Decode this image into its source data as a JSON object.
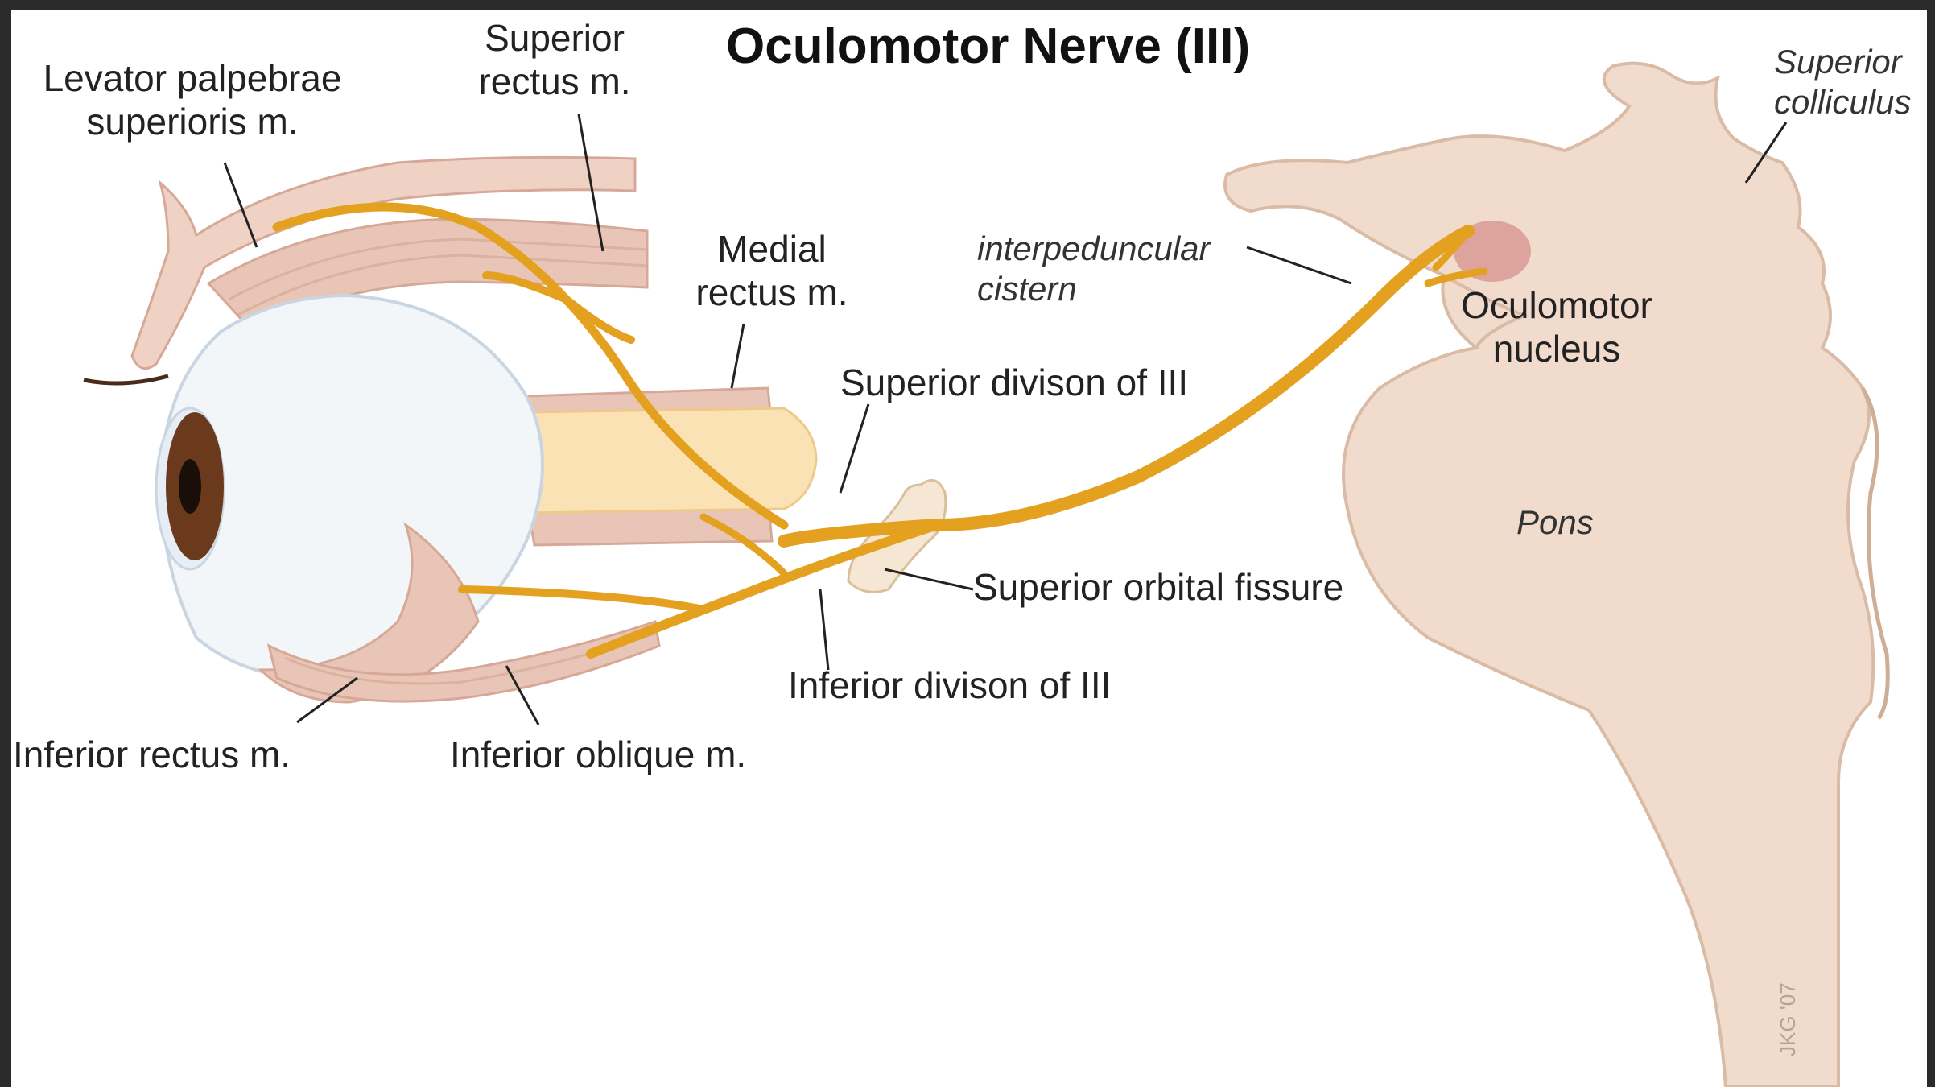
{
  "title": "Oculomotor Nerve (III)",
  "labels": {
    "levator": "Levator palpebrae\nsuperioris m.",
    "superior_rectus": "Superior\nrectus m.",
    "medial_rectus": "Medial\nrectus m.",
    "interpeduncular": "interpeduncular\ncistern",
    "superior_colliculus": "Superior\ncolliculus",
    "oculomotor_nucleus": "Oculomotor\nnucleus",
    "superior_division": "Superior divison of III",
    "pons": "Pons",
    "superior_orbital_fissure": "Superior orbital fissure",
    "inferior_division": "Inferior divison of III",
    "inferior_rectus": "Inferior rectus m.",
    "inferior_oblique": "Inferior oblique m."
  },
  "signature": "JKG '07",
  "colors": {
    "nerve": "#e3a11f",
    "brainstem": "#f1dbcc",
    "brainstem_outline": "#d9bba6",
    "muscle": "#e8c5b6",
    "muscle_stripe": "#d6a897",
    "eyeball": "#f3f6f9",
    "iris": "#6b3a1c",
    "optic_nerve": "#fbe2b4",
    "nucleus": "#d89a93",
    "leader_line": "#222222"
  }
}
